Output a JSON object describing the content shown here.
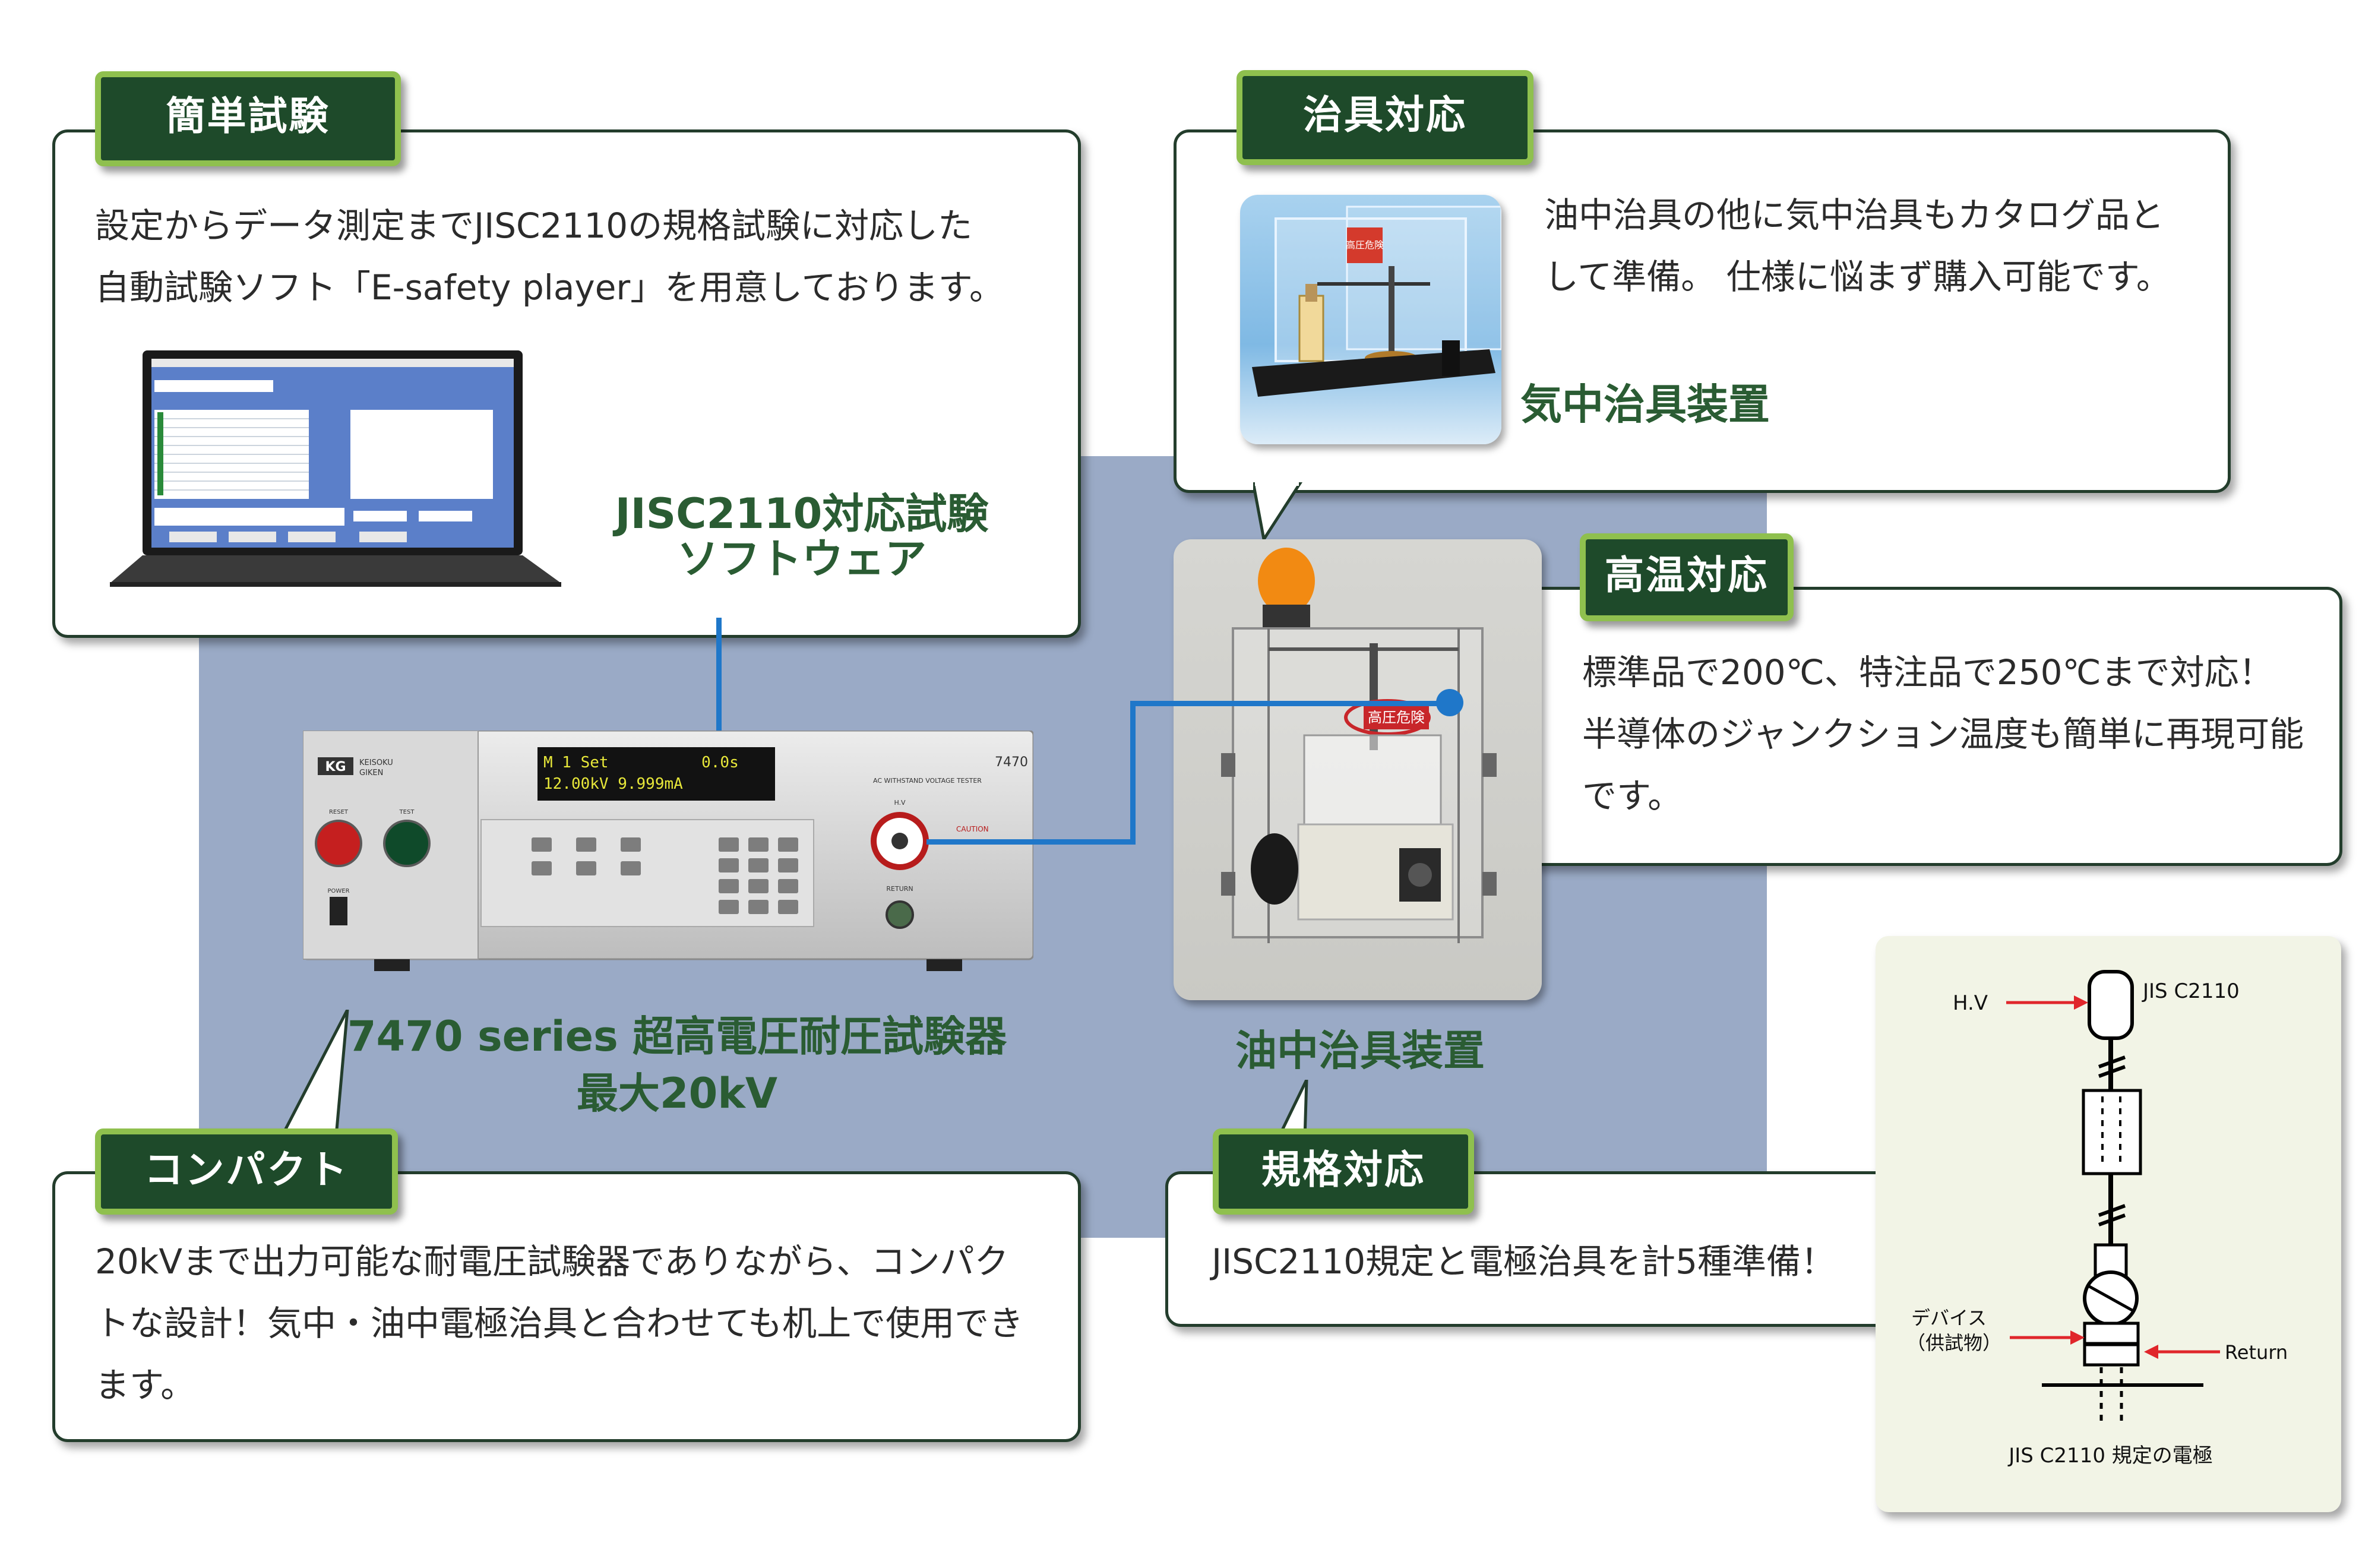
{
  "tags": {
    "simple": "簡単試験",
    "jig": "治具対応",
    "hightemp": "高温対応",
    "compact": "コンパクト",
    "standard": "規格対応"
  },
  "simple_box": {
    "line1": "設定からデータ測定までJISC2110の規格試験に対応した",
    "line2": "自動試験ソフト「E-safety player」を用意しております。"
  },
  "software_caption": {
    "line1": "JISC2110対応試験",
    "line2": "ソフトウェア"
  },
  "jig_box": {
    "line1": "油中治具の他に気中治具もカタログ品と",
    "line2": "して準備。 仕様に悩まず購入可能です。",
    "caption": "気中治具装置"
  },
  "hightemp_box": {
    "line1": "標準品で200℃、特注品で250℃まで対応！",
    "line2": "半導体のジャンクション温度も簡単に再現可能",
    "line3": "です。"
  },
  "compact_box": {
    "line1": "20kVまで出力可能な耐電圧試験器でありながら、コンパク",
    "line2": "トな設計！気中・油中電極治具と合わせても机上で使用でき",
    "line3": "ます。"
  },
  "standard_box": {
    "line1": "JISC2110規定と電極治具を計5種準備！"
  },
  "instrument_caption": {
    "line1": "7470 series 超高電圧耐圧試験器",
    "line2": "最大20kV"
  },
  "oil_caption": "油中治具装置",
  "instrument": {
    "brand1": "KG",
    "brand2": "KEISOKU",
    "brand3": "GIKEN",
    "model": "7470",
    "subtitle": "AC WITHSTAND VOLTAGE TESTER",
    "lcd_line1": "M 1 Set          0.0s",
    "lcd_line2": "12.00kV 9.999mA",
    "reset": "RESET",
    "test": "TEST",
    "power": "POWER",
    "hv": "H.V",
    "return": "RETURN",
    "caution": "CAUTION"
  },
  "jig_photo": {
    "warning_label": "高圧危険",
    "oil_warning_label": "高圧危険"
  },
  "diagram": {
    "hv": "H.V",
    "top": "JIS C2110",
    "device_line1": "デバイス",
    "device_line2": "（供試物）",
    "return": "Return",
    "bottom": "JIS C2110 規定の電極"
  },
  "colors": {
    "tag_bg": "#1e4a2a",
    "tag_border": "#8fc04e",
    "green_text": "#2a5c33",
    "connector": "#1f77c9",
    "panel": "#9aaac6",
    "arrow": "#e0262b"
  }
}
